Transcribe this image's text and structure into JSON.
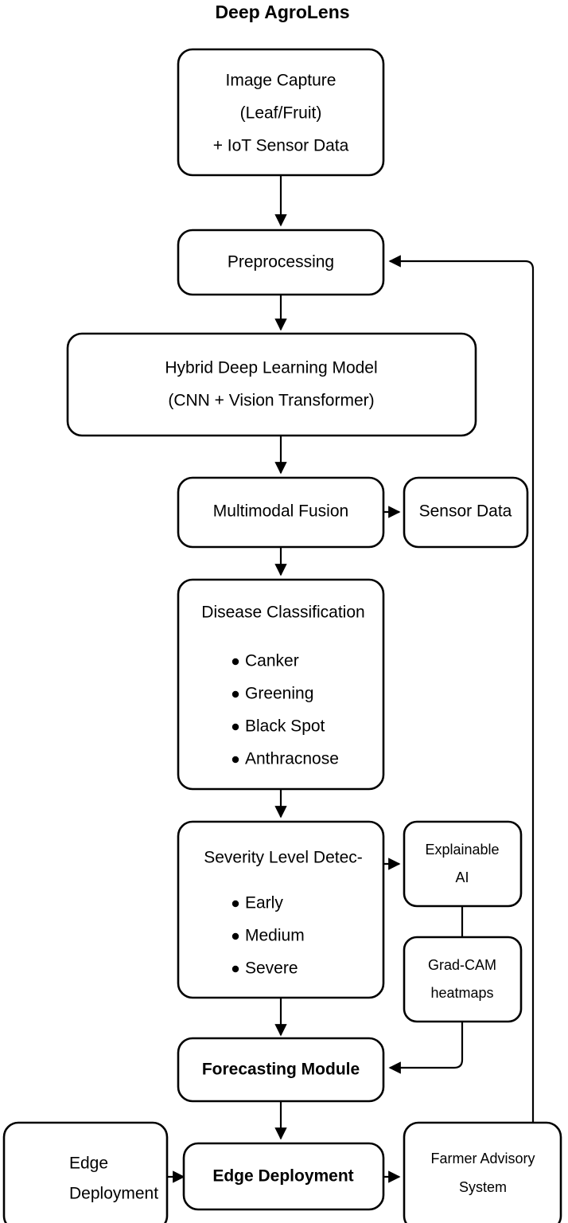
{
  "title": "Deep AgroLens",
  "nodes": {
    "image_capture": {
      "lines": [
        "Image Capture",
        "(Leaf/Fruit)",
        "+ IoT Sensor Data"
      ]
    },
    "preprocessing": {
      "label": "Preprocessing"
    },
    "hybrid_model": {
      "lines": [
        "Hybrid Deep Learning Model",
        "(CNN + Vision Transformer)"
      ]
    },
    "multimodal_fusion": {
      "label": "Multimodal Fusion"
    },
    "sensor_data": {
      "label": "Sensor Data"
    },
    "disease_classification": {
      "heading": "Disease Classification",
      "items": [
        "Canker",
        "Greening",
        "Black Spot",
        "Anthracnose"
      ]
    },
    "severity_detection": {
      "heading": "Severity Level Detec-",
      "items": [
        "Early",
        "Medium",
        "Severe"
      ]
    },
    "explainable_ai": {
      "lines": [
        "Explainable",
        "AI"
      ]
    },
    "gradcam": {
      "lines": [
        "Grad-CAM",
        "heatmaps"
      ]
    },
    "forecasting_module": {
      "label": "Forecasting Module"
    },
    "edge_deployment_left": {
      "lines": [
        "Edge",
        "Deployment"
      ]
    },
    "edge_deployment_main": {
      "label": "Edge Deployment"
    },
    "farmer_advisory": {
      "lines": [
        "Farmer Advisory",
        "System"
      ]
    }
  },
  "colors": {
    "stroke": "#000000",
    "fill": "#ffffff",
    "text": "#000000"
  },
  "chart_data": {
    "type": "diagram",
    "title": "Deep AgroLens",
    "diagram_kind": "flowchart",
    "nodes": [
      "Image Capture (Leaf/Fruit) + IoT Sensor Data",
      "Preprocessing",
      "Hybrid Deep Learning Model (CNN + Vision Transformer)",
      "Multimodal Fusion",
      "Sensor Data",
      "Disease Classification",
      "Severity Level Detec-",
      "Explainable AI",
      "Grad-CAM heatmaps",
      "Forecasting Module",
      "Edge Deployment",
      "Edge Deployment",
      "Farmer Advisory System"
    ],
    "edges": [
      {
        "from": "Image Capture (Leaf/Fruit) + IoT Sensor Data",
        "to": "Preprocessing"
      },
      {
        "from": "Preprocessing",
        "to": "Hybrid Deep Learning Model (CNN + Vision Transformer)"
      },
      {
        "from": "Hybrid Deep Learning Model (CNN + Vision Transformer)",
        "to": "Multimodal Fusion"
      },
      {
        "from": "Multimodal Fusion",
        "to": "Sensor Data"
      },
      {
        "from": "Multimodal Fusion",
        "to": "Disease Classification"
      },
      {
        "from": "Disease Classification",
        "to": "Severity Level Detec-"
      },
      {
        "from": "Severity Level Detec-",
        "to": "Explainable AI"
      },
      {
        "from": "Explainable AI",
        "to": "Grad-CAM heatmaps"
      },
      {
        "from": "Grad-CAM heatmaps",
        "to": "Forecasting Module"
      },
      {
        "from": "Severity Level Detec-",
        "to": "Forecasting Module"
      },
      {
        "from": "Forecasting Module",
        "to": "Edge Deployment"
      },
      {
        "from": "Edge Deployment",
        "to": "Farmer Advisory System"
      },
      {
        "from": "Edge Deployment (left)",
        "to": "Edge Deployment"
      },
      {
        "from": "Farmer Advisory System",
        "to": "Preprocessing"
      }
    ]
  }
}
